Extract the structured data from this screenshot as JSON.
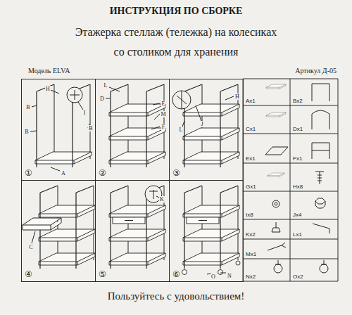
{
  "diagram": {
    "title": "ИНСТРУКЦИЯ ПО СБОРКЕ",
    "caption": "Пользуйтесь с удовольствием!",
    "nodes": [
      {
        "text": [
          "①"
        ]
      },
      {
        "text": [
          "②"
        ]
      },
      {
        "text": [
          "③"
        ]
      },
      {
        "text": [
          "④"
        ]
      },
      {
        "text": [
          "⑤"
        ]
      },
      {
        "text": [
          "⑥"
        ]
      }
    ],
    "labels": [
      "Этажерка стеллаж (тележка) на колесиках со столиком для хранения",
      "Модель ELVA",
      "Артикул Д-05",
      "H",
      "I",
      "B",
      "B",
      "B",
      "A",
      "L",
      "D",
      "E",
      "M",
      "F",
      "L",
      "J",
      "H",
      "C",
      "K",
      "O",
      "N",
      "Ax1",
      "Bx2",
      "Cx1",
      "Dx1",
      "Ex1",
      "Fx1",
      "Gx1",
      "Hx8",
      "Ix8",
      "Jx4",
      "Kx2",
      "Lx1",
      "Mx1",
      "Nx2",
      "Ox2"
    ]
  }
}
